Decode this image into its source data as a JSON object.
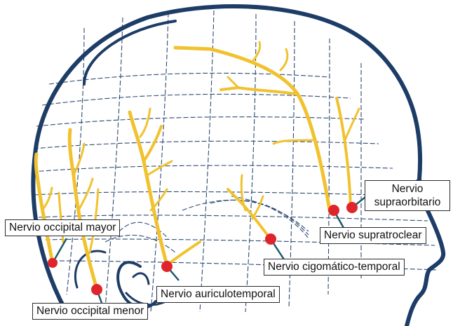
{
  "colors": {
    "head_outline": "#1d3c66",
    "contour_lines": "#2e4a72",
    "nerves": "#f1c22e",
    "nerve_points": "#e0242b",
    "leader_lines": "#1b5a6e",
    "label_border": "#2b2b2b"
  },
  "labels": {
    "supraorbitario": {
      "line1": "Nervio",
      "line2": "supraorbitario"
    },
    "supratroclear": "Nervio supratroclear",
    "occipital_mayor": "Nervio occipital mayor",
    "cigomatico_temporal": "Nervio cigomático-temporal",
    "auriculotemporal": "Nervio auriculotemporal",
    "occipital_menor": "Nervio occipital menor"
  }
}
